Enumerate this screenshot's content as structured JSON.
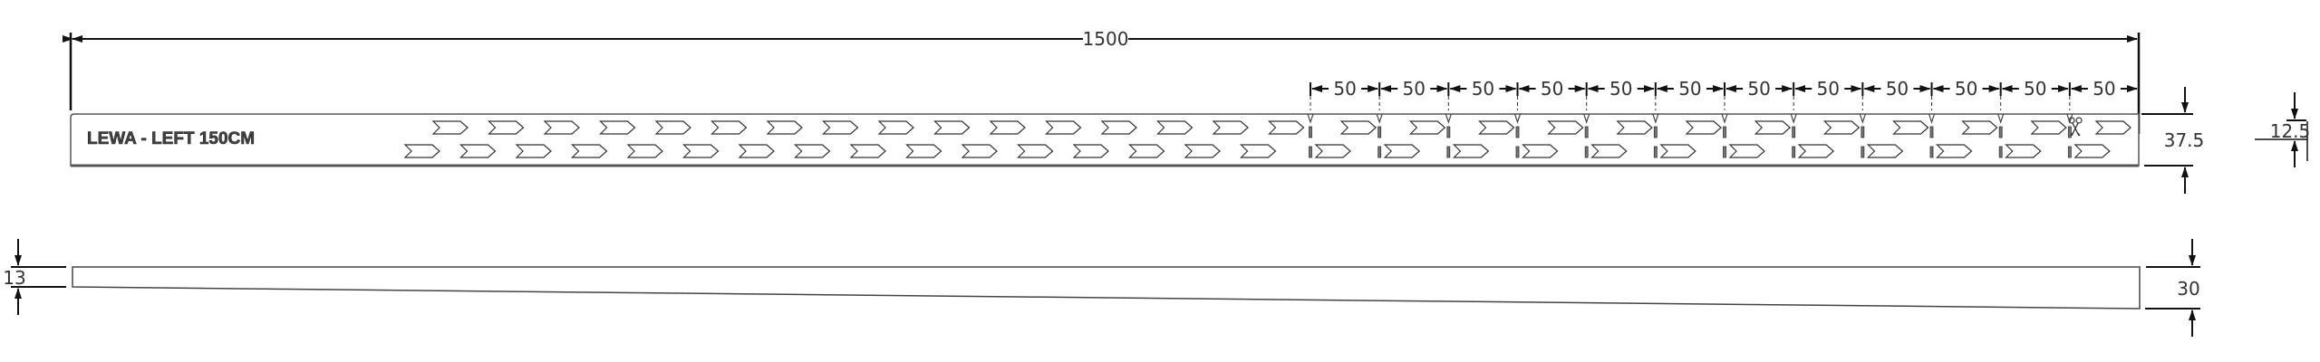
{
  "strip_label": "LEWA - LEFT 150CM",
  "dimensions": {
    "total_length": "1500",
    "segment_length": "50",
    "segment_count": 12,
    "strip_height": "37.5",
    "notch_depth": "12.5",
    "profile_left_thickness": "13",
    "profile_right_thickness": "30"
  },
  "chevrons_before_segments": 16,
  "icons": [
    "scissors-icon",
    "chevron-arrow-icon",
    "dimension-arrow-icon"
  ]
}
